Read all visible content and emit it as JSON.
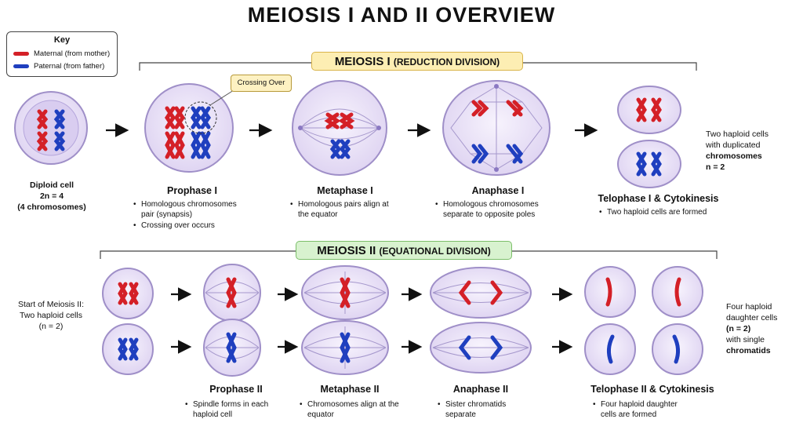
{
  "title": "MEIOSIS I AND II OVERVIEW",
  "key": {
    "title": "Key",
    "items": [
      {
        "label": "Maternal (from mother)",
        "color": "#d42027"
      },
      {
        "label": "Paternal (from father)",
        "color": "#1f3fbf"
      }
    ]
  },
  "colors": {
    "maternal": "#d42027",
    "paternal": "#1f3fbf",
    "cell_fill": "#ebe4f7",
    "cell_border": "#9f8fc8",
    "spindle": "#a597cc"
  },
  "meiosis1": {
    "banner_main": "MEIOSIS I",
    "banner_sub": "(REDUCTION DIVISION)",
    "callout": "Crossing Over",
    "diploid": {
      "line1": "Diploid cell",
      "line2": "2n = 4",
      "line3": "(4 chromosomes)"
    },
    "stages": [
      {
        "title": "Prophase I",
        "bullets": [
          "Homologous chromosomes pair (synapsis)",
          "Crossing over occurs"
        ]
      },
      {
        "title": "Metaphase I",
        "bullets": [
          "Homologous pairs align at the equator"
        ]
      },
      {
        "title": "Anaphase I",
        "bullets": [
          "Homologous chromosomes separate to opposite poles"
        ]
      },
      {
        "title": "Telophase I & Cytokinesis",
        "bullets": [
          "Two haploid cells are formed"
        ]
      }
    ],
    "result": {
      "line1": "Two haploid cells",
      "line2": "with duplicated",
      "line3": "chromosomes",
      "line4": "n = 2"
    }
  },
  "meiosis2": {
    "banner_main": "MEIOSIS II",
    "banner_sub": "(EQUATIONAL DIVISION)",
    "start": {
      "line1": "Start of Meiosis II:",
      "line2": "Two haploid cells",
      "line3": "(n = 2)"
    },
    "stages": [
      {
        "title": "Prophase II",
        "bullets": [
          "Spindle forms in each haploid cell"
        ]
      },
      {
        "title": "Metaphase II",
        "bullets": [
          "Chromosomes align at the equator"
        ]
      },
      {
        "title": "Anaphase II",
        "bullets": [
          "Sister chromatids separate"
        ]
      },
      {
        "title": "Telophase II & Cytokinesis",
        "bullets": [
          "Four haploid daughter cells are formed"
        ]
      }
    ],
    "result": {
      "line1": "Four haploid",
      "line2": "daughter cells",
      "line3": "(n = 2)",
      "line4": "with single",
      "line5": "chromatids"
    }
  }
}
